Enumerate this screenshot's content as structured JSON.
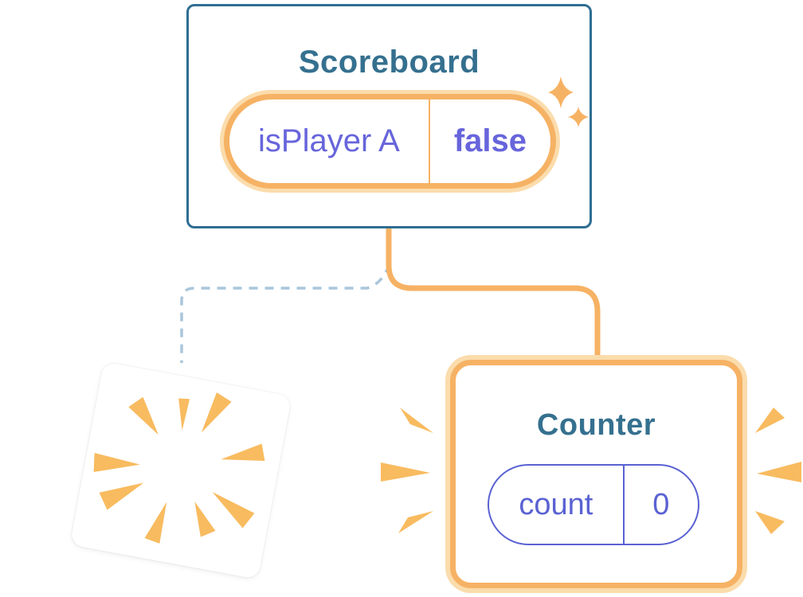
{
  "scoreboard": {
    "title": "Scoreboard",
    "state": {
      "name": "isPlayer A",
      "value": "false"
    }
  },
  "counter": {
    "title": "Counter",
    "state": {
      "name": "count",
      "value": "0"
    }
  },
  "icons": {
    "sparkles": "four-point stars marking fresh state",
    "burst": "orange explosion rays on destroyed component",
    "emphasis_rays": "orange pop-in rays flanking counter card"
  },
  "colors": {
    "card_border_blue": "#2F6E93",
    "title_blue": "#35708F",
    "orange": "#F6B264",
    "orange_halo": "#FBDCAC",
    "purple": "#6765DB",
    "purple_muted": "#5A62D2",
    "dashed_blue": "#A9C6DB"
  }
}
